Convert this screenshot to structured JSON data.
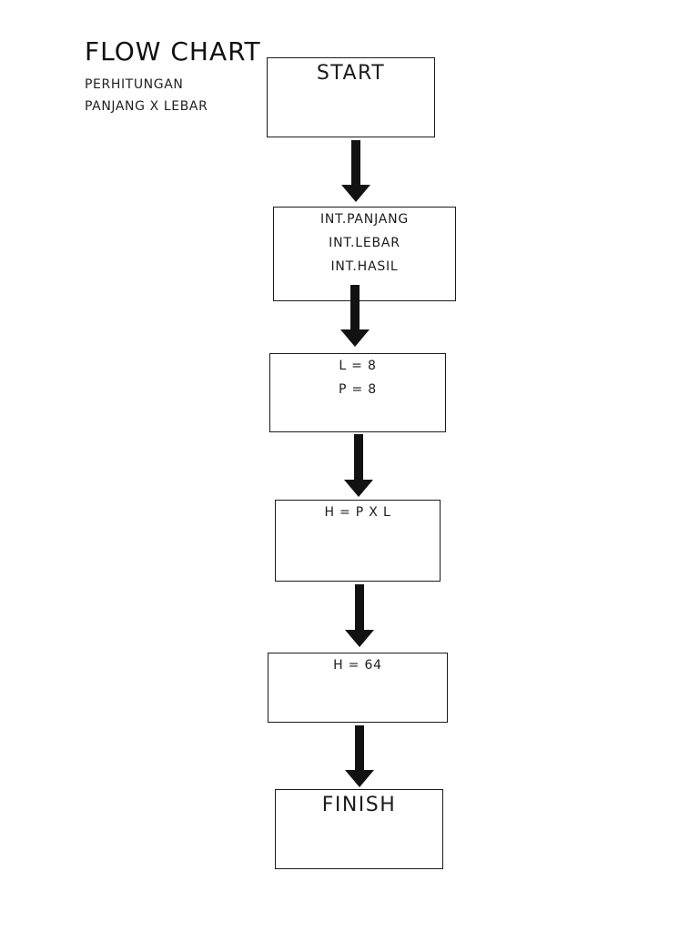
{
  "colors": {
    "background": "#ffffff",
    "box_border": "#1b1b1b",
    "text": "#1c1c1c",
    "arrow": "#121212"
  },
  "header": {
    "title": "FLOW CHART",
    "subtitle_lines": [
      "PERHITUNGAN",
      "PANJANG X LEBAR"
    ]
  },
  "flowchart": {
    "nodes": [
      {
        "id": "start",
        "lines": [
          "START"
        ]
      },
      {
        "id": "declarations",
        "lines": [
          "INT.PANJANG",
          "INT.LEBAR",
          "INT.HASIL"
        ]
      },
      {
        "id": "assign-values",
        "lines": [
          "L = 8",
          "P = 8"
        ]
      },
      {
        "id": "formula",
        "lines": [
          "H = P X L"
        ]
      },
      {
        "id": "result",
        "lines": [
          "H = 64"
        ]
      },
      {
        "id": "finish",
        "lines": [
          "FINISH"
        ]
      }
    ],
    "edges": [
      {
        "from": "start",
        "to": "declarations"
      },
      {
        "from": "declarations",
        "to": "assign-values"
      },
      {
        "from": "assign-values",
        "to": "formula"
      },
      {
        "from": "formula",
        "to": "result"
      },
      {
        "from": "result",
        "to": "finish"
      }
    ]
  }
}
